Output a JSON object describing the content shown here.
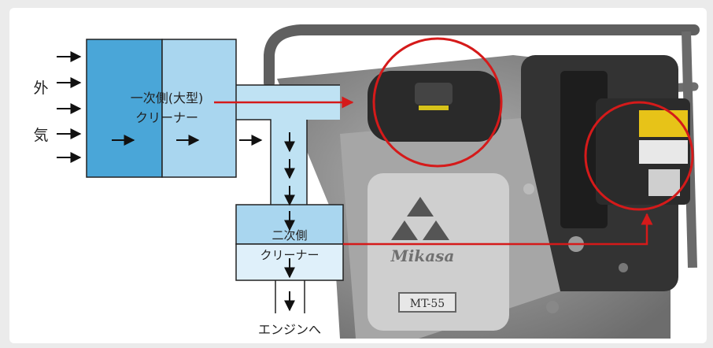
{
  "labels": {
    "outside_air_1": "外",
    "outside_air_2": "気",
    "primary_cleaner_1": "一次側(大型)",
    "primary_cleaner_2": "クリーナー",
    "secondary_cleaner_1": "二次側",
    "secondary_cleaner_2": "クリーナー",
    "to_engine": "エンジンへ",
    "brand_plate": "Mikasa",
    "model_plate": "MT-55"
  },
  "colors": {
    "primary_dark": "#4aa6d8",
    "primary_light": "#a9d6ef",
    "duct": "#bfe2f3",
    "secondary_bottom": "#dff0fa",
    "pointer": "#d51a1a",
    "machine_body": "#8c8c8c"
  },
  "icons": [
    "airflow-arrow-icon",
    "mikasa-logo-icon",
    "highlight-circle-icon",
    "pointer-arrow-icon"
  ]
}
